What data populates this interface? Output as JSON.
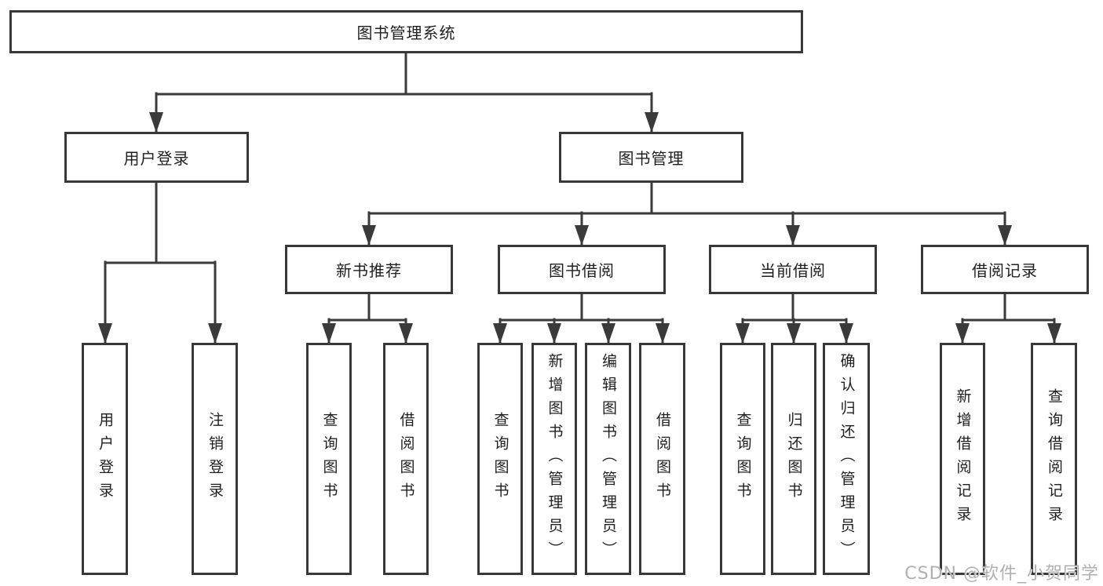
{
  "tree": {
    "root": "图书管理系统",
    "branches": [
      {
        "label": "用户登录",
        "children": [
          "用户登录",
          "注销登录"
        ]
      },
      {
        "label": "图书管理",
        "groups": [
          {
            "label": "新书推荐",
            "children": [
              "查询图书",
              "借阅图书"
            ]
          },
          {
            "label": "图书借阅",
            "children": [
              "查询图书",
              "新增图书（管理员）",
              "编辑图书（管理员）",
              "借阅图书"
            ]
          },
          {
            "label": "当前借阅",
            "children": [
              "查询图书",
              "归还图书",
              "确认归还（管理员）"
            ]
          },
          {
            "label": "借阅记录",
            "children": [
              "新增借阅记录",
              "查询借阅记录"
            ]
          }
        ]
      }
    ]
  },
  "watermark": {
    "text": "CSDN @软件_小贺同学"
  },
  "colors": {
    "line": "#3a3a3a",
    "box_border": "#383838",
    "box_fill": "#ffffff",
    "text": "#1f1f1f",
    "watermark": "#b0b0b0",
    "background": "#ffffff"
  }
}
